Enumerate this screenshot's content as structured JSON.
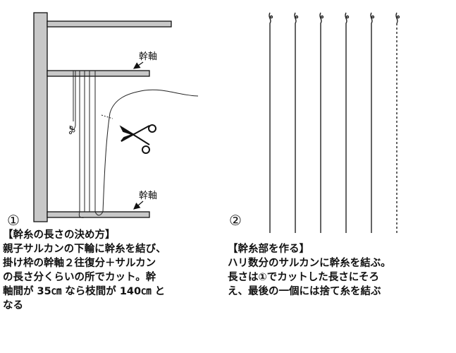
{
  "panel1": {
    "number": "①",
    "label_top": "幹軸",
    "label_bottom": "幹軸",
    "caption_title": "【幹糸の長さの決め方】",
    "caption_lines": [
      "親子サルカンの下輪に幹糸を結び、",
      "掛け枠の幹軸２往復分＋サルカン",
      "の長さ分くらいの所でカット。幹",
      "軸間が 35㎝ なら枝間が 140㎝ と",
      "なる"
    ]
  },
  "panel2": {
    "number": "②",
    "caption_title": "【幹糸部を作る】",
    "caption_lines": [
      "ハリ数分のサルカンに幹糸を結ぶ。",
      "長さは①でカットした長さにそろ",
      "え、最後の一個には捨て糸を結ぶ"
    ]
  }
}
